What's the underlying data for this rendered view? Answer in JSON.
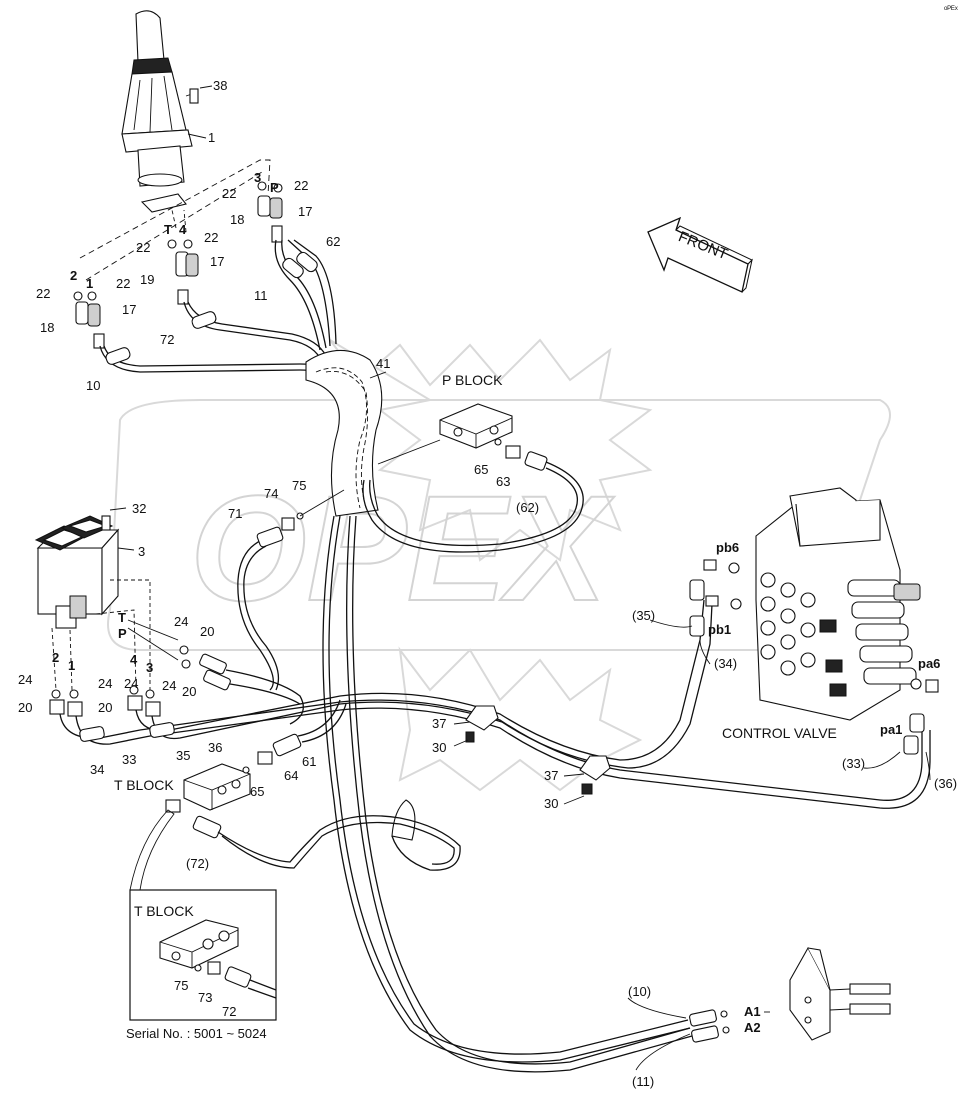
{
  "labels": {
    "front": "FRONT",
    "p_block": "P BLOCK",
    "t_block": "T BLOCK",
    "t_block_inset": "T BLOCK",
    "control_valve": "CONTROL VALVE",
    "serial": "Serial No. : 5001 ~ 5024",
    "watermark": "OPEX",
    "corner_mark": "ᵒᴾᴱˣ"
  },
  "callouts": {
    "c38": "38",
    "c1": "1",
    "c22a": "22",
    "c3a": "3",
    "c_Pa": "P",
    "c22b": "22",
    "c18a": "18",
    "c17a": "17",
    "c_Ta": "T",
    "c4a": "4",
    "c22c": "22",
    "c22d": "22",
    "c19": "19",
    "c17b": "17",
    "c62": "62",
    "c11": "11",
    "c2a": "2",
    "c1a": "1",
    "c22e": "22",
    "c22f": "22",
    "c18b": "18",
    "c17c": "17",
    "c72": "72",
    "c10": "10",
    "c41": "41",
    "c65a": "65",
    "c63": "63",
    "c62p": "(62)",
    "c32": "32",
    "c3b": "3",
    "c71": "71",
    "c74": "74",
    "c75": "75",
    "c_pb6": "pb6",
    "c35p": "(35)",
    "c_pb1": "pb1",
    "c34p": "(34)",
    "c_pa6": "pa6",
    "c_pa1": "pa1",
    "c_Tb": "T",
    "c24a": "24",
    "c20a": "20",
    "c_Pb": "P",
    "c20b": "20",
    "c2b": "2",
    "c1b": "1",
    "c4b": "4",
    "c3c": "3",
    "c24b": "24",
    "c24c": "24",
    "c24d": "24",
    "c24e": "24",
    "c20c": "20",
    "c20d": "20",
    "c37a": "37",
    "c30a": "30",
    "c37b": "37",
    "c30b": "30",
    "c34": "34",
    "c33": "33",
    "c35": "35",
    "c36": "36",
    "c61": "61",
    "c64": "64",
    "c65b": "65",
    "c33p": "(33)",
    "c36p": "(36)",
    "c72p": "(72)",
    "c75b": "75",
    "c73": "73",
    "c72b": "72",
    "c10p": "(10)",
    "c_A1": "A1",
    "c_A2": "A2",
    "c11p": "(11)"
  }
}
